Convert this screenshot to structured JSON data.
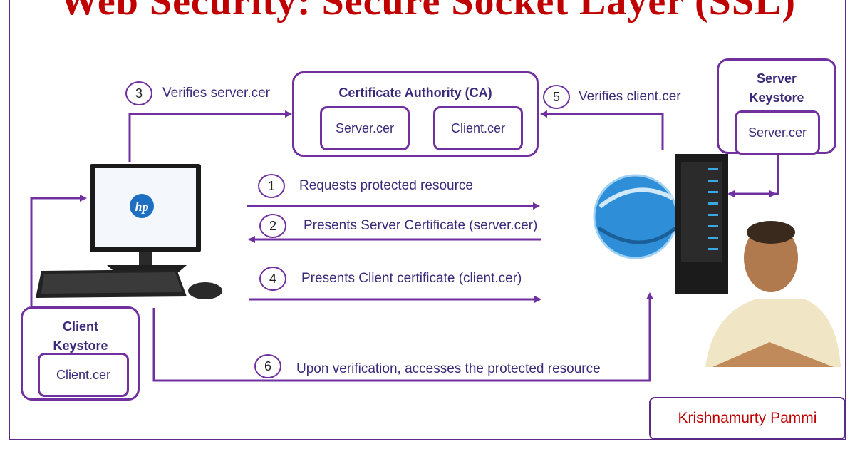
{
  "title": "Web Security: Secure Socket Layer (SSL)",
  "ca": {
    "header": "Certificate Authority (CA)",
    "server_cert": "Server.cer",
    "client_cert": "Client.cer"
  },
  "server_keystore": {
    "header": "Server Keystore",
    "cert": "Server.cer"
  },
  "client_keystore": {
    "header": "Client Keystore",
    "cert": "Client.cer"
  },
  "computer_logo": "hp",
  "steps": [
    {
      "num": "1",
      "label": "Requests protected resource"
    },
    {
      "num": "2",
      "label": "Presents Server Certificate (server.cer)"
    },
    {
      "num": "3",
      "label": "Verifies server.cer"
    },
    {
      "num": "4",
      "label": "Presents Client certificate (client.cer)"
    },
    {
      "num": "5",
      "label": "Verifies client.cer"
    },
    {
      "num": "6",
      "label": "Upon verification, accesses the protected resource"
    }
  ],
  "author": "Krishnamurty Pammi",
  "colors": {
    "title": "#c00000",
    "accent": "#7030a0",
    "text": "#3b2a7a"
  }
}
